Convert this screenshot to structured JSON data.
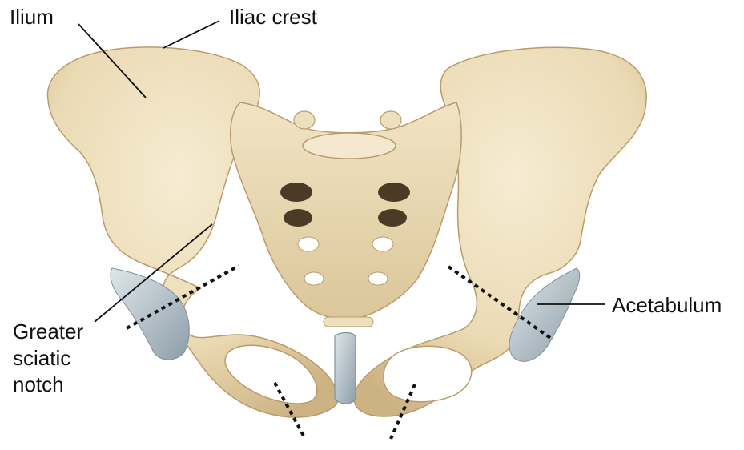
{
  "labels": {
    "ilium": "Ilium",
    "iliac_crest": "Iliac crest",
    "acetabulum": "Acetabulum",
    "greater_sciatic_notch": [
      "Greater",
      "sciatic",
      "notch"
    ]
  },
  "colors": {
    "bone": "#efe0bd",
    "bone_shadow": "#d9c397",
    "bone_dark": "#b89c6c",
    "cartilage": "#b8c6cf",
    "cartilage_dark": "#8d9ea9",
    "leader_line": "#111111",
    "boundary_dots": "#111111"
  }
}
